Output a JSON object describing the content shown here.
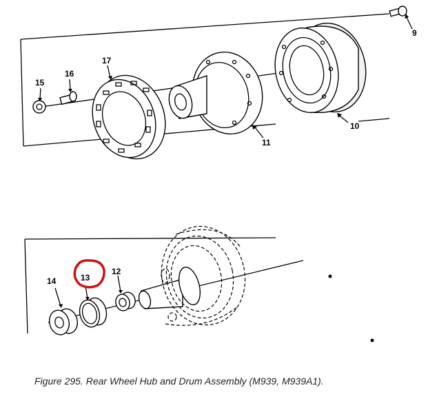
{
  "caption": "Figure 295.  Rear Wheel Hub and Drum Assembly (M939, M939A1).",
  "callouts": {
    "c9": "9",
    "c10": "10",
    "c11": "11",
    "c12": "12",
    "c13": "13",
    "c14": "14",
    "c15": "15",
    "c16": "16",
    "c17": "17"
  },
  "highlight_color": "#cc1111"
}
